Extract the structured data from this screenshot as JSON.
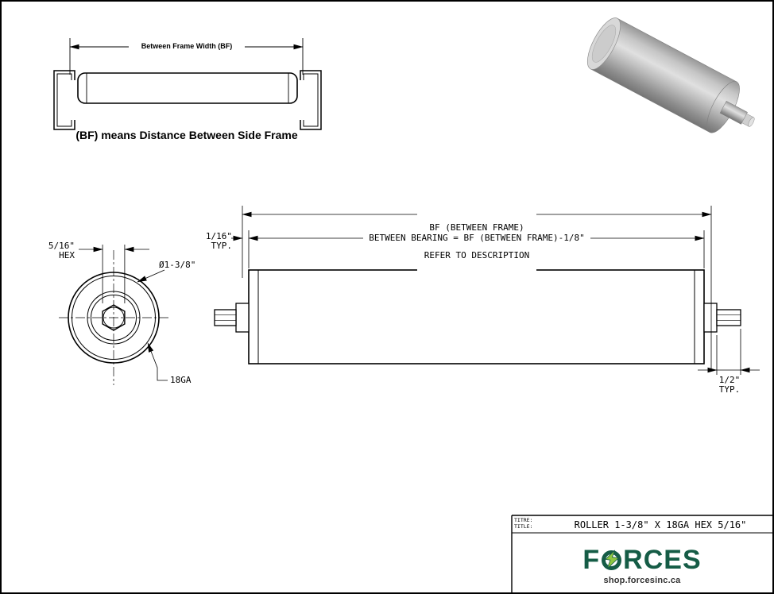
{
  "colors": {
    "ink": "#000000",
    "brand_green": "#155c46",
    "bolt_green": "#8dc63f",
    "roller_gray_light": "#e0e0e0",
    "roller_gray_dark": "#757575"
  },
  "frame_diagram": {
    "dim_label": "Between Frame Width (BF)",
    "caption": "(BF) means Distance Between Side Frame"
  },
  "end_view": {
    "hex_size": "5/16\"",
    "hex_word": "HEX",
    "diameter": "Ø1-3/8\"",
    "gauge": "18GA"
  },
  "side_view": {
    "bf_line1": "BF (BETWEEN FRAME)",
    "bf_line2": "REFER TO DESCRIPTION",
    "between_bearing": "BETWEEN BEARING = BF (BETWEEN FRAME)-1/8\"",
    "gap_size": "1/16\"",
    "gap_typ": "TYP.",
    "ext_size": "1/2\"",
    "ext_typ": "TYP."
  },
  "title_block": {
    "label_fr": "TITRE:",
    "label_en": "TITLE:",
    "title": "ROLLER 1-3/8\" X 18GA HEX 5/16\"",
    "brand_f": "F",
    "brand_rest": "RCES",
    "website": "shop.forcesinc.ca"
  }
}
